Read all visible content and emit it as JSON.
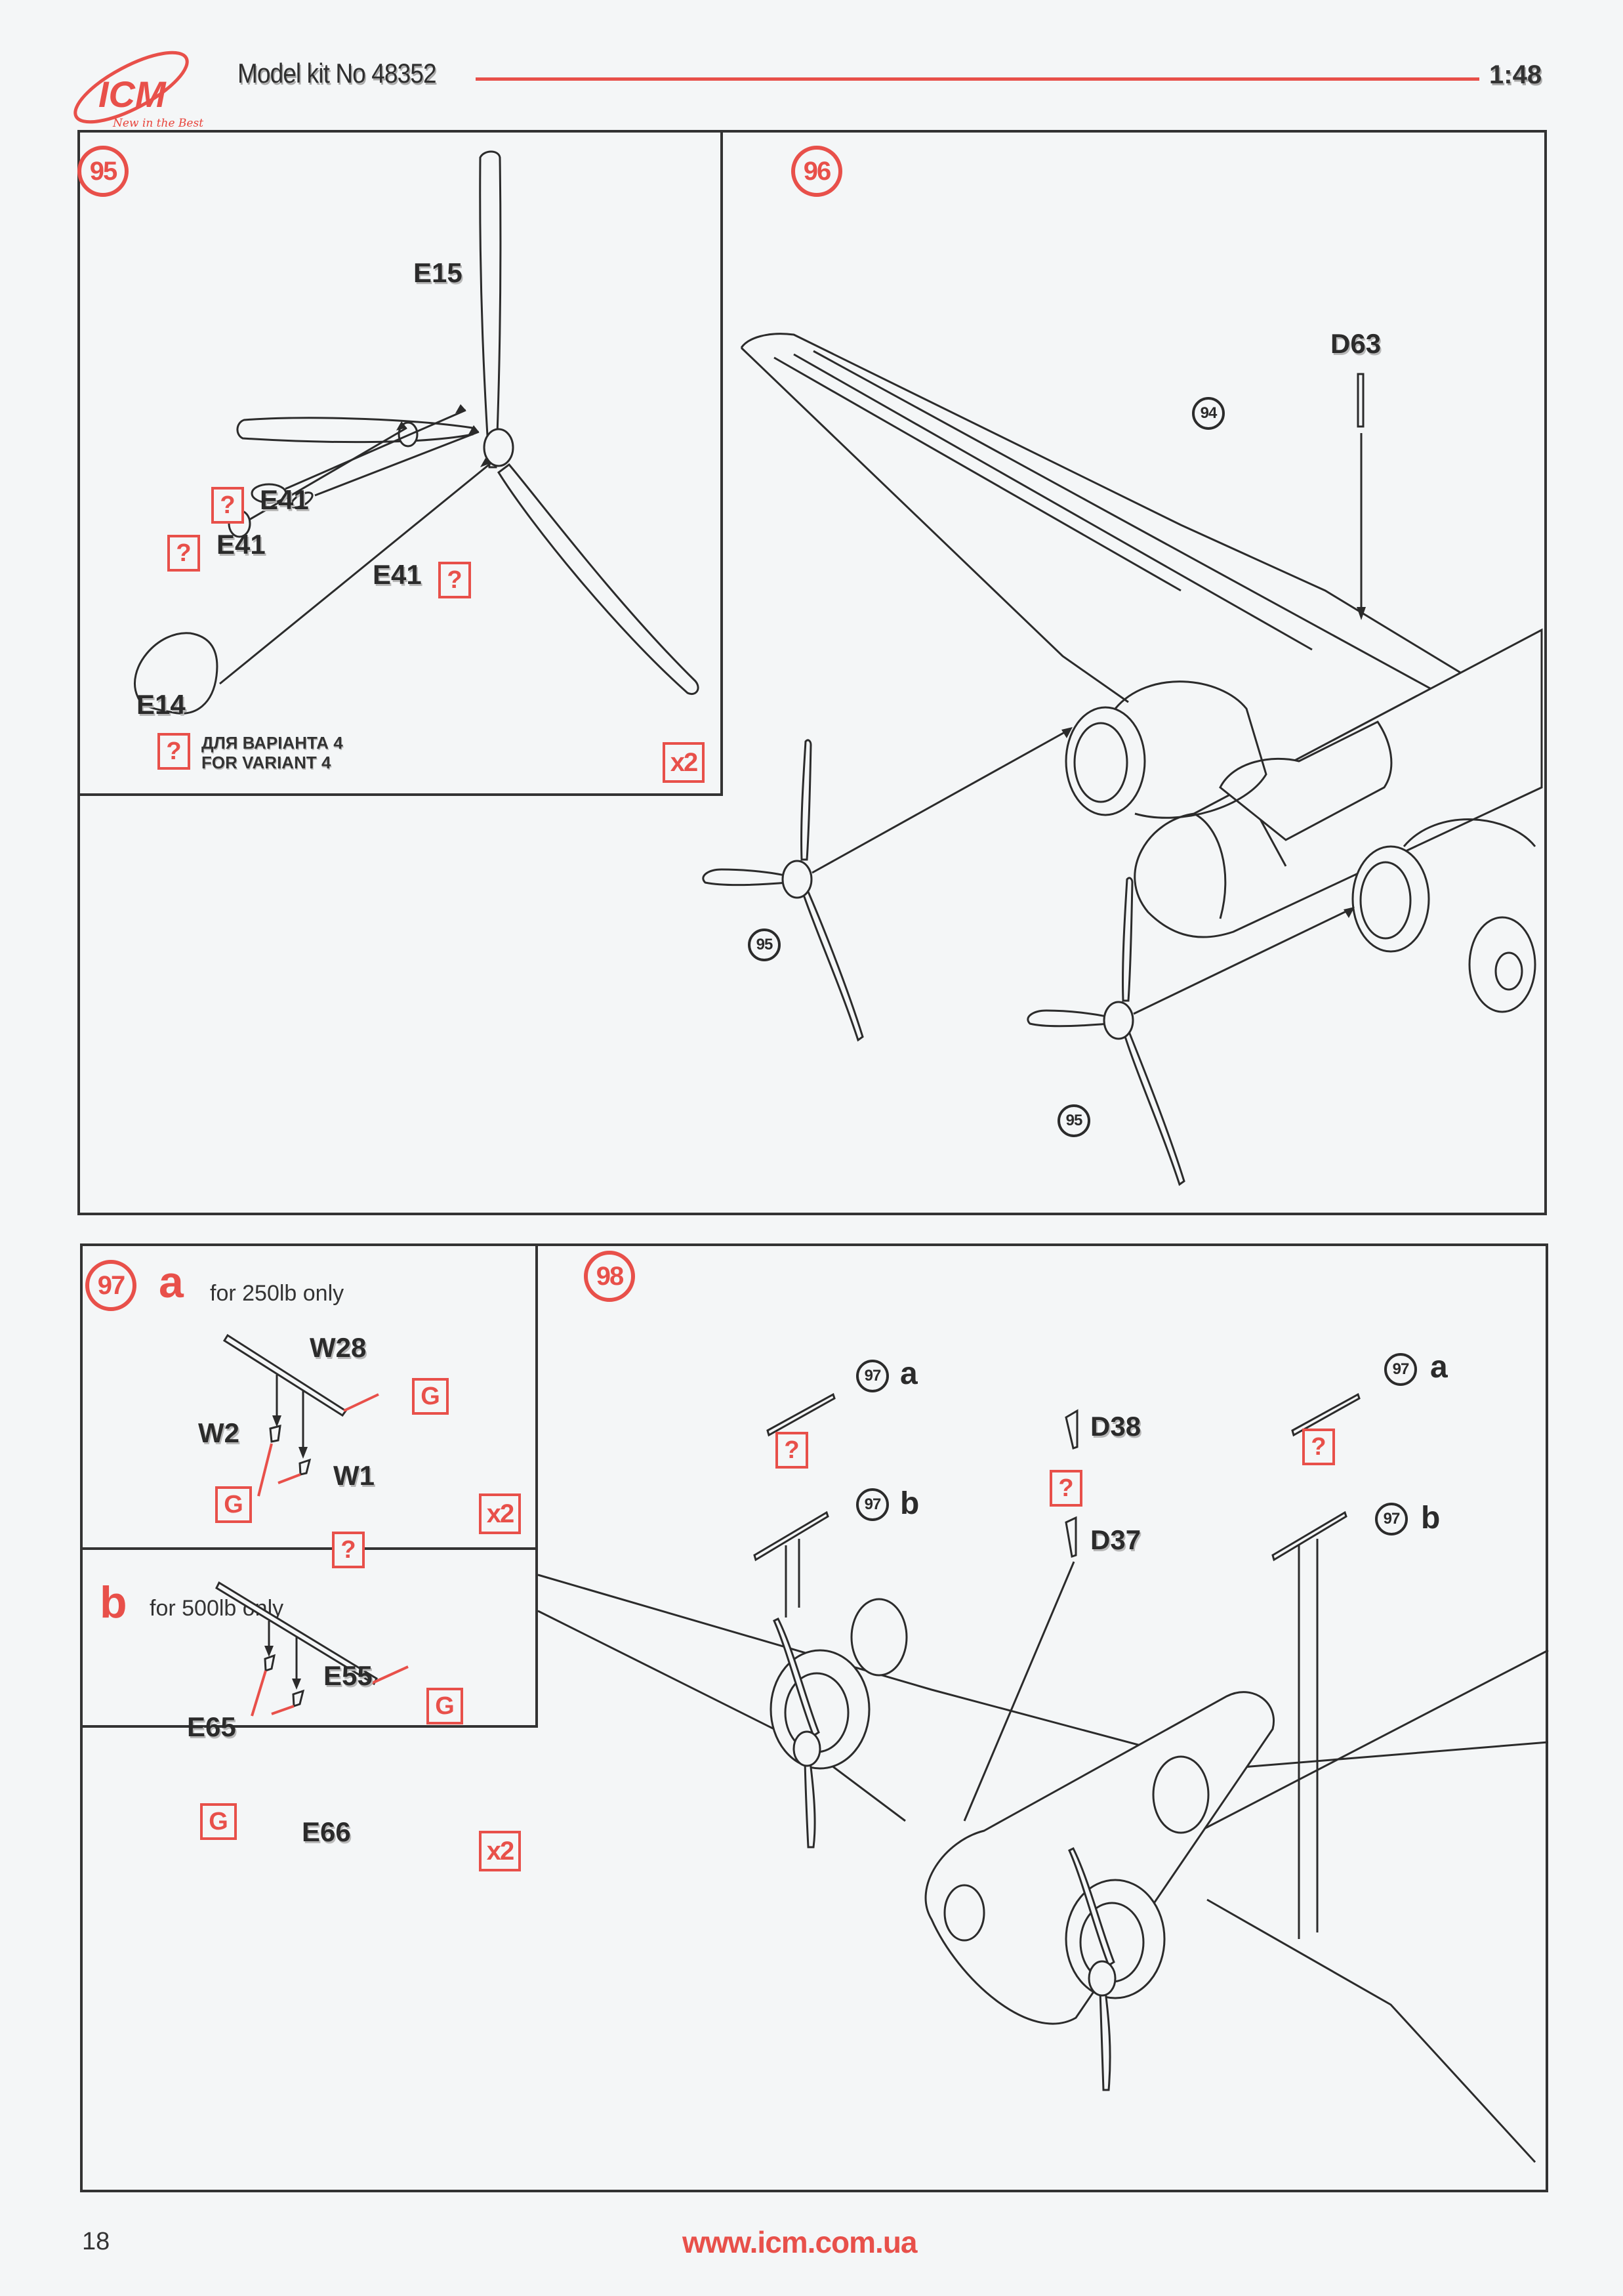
{
  "header": {
    "brand": "ICM",
    "brand_tagline": "New in the Best",
    "kit_title": "Model kit No 48352",
    "scale": "1:48"
  },
  "colors": {
    "accent": "#e8504a",
    "ink": "#2b2b2b",
    "paper": "#f4f6f7"
  },
  "steps": {
    "s95": {
      "number": "95",
      "parts": {
        "propeller": "E15",
        "spinner": "E14",
        "clip_1": "E41",
        "clip_2": "E41",
        "clip_3": "E41"
      },
      "unknown_symbol": "?",
      "variant_note_ua": "ДЛЯ ВАРІАНТА 4",
      "variant_note_en": "FOR VARIANT 4",
      "multiplier": "x2"
    },
    "s96": {
      "number": "96",
      "parts": {
        "antenna": "D63"
      },
      "refs": {
        "wing_ref": "94",
        "prop_ref_1": "95",
        "prop_ref_2": "95"
      }
    },
    "s97": {
      "number": "97",
      "a": {
        "letter": "a",
        "note": "for 250lb only",
        "parts": {
          "rack": "W28",
          "shackle_1": "W2",
          "shackle_2": "W1"
        },
        "glue": "G",
        "multiplier": "x2"
      },
      "b": {
        "letter": "b",
        "note": "for 500lb only",
        "parts": {
          "rack": "E55",
          "shackle_1": "E65",
          "shackle_2": "E66"
        },
        "glue": "G",
        "multiplier": "x2"
      },
      "unknown_symbol": "?"
    },
    "s98": {
      "number": "98",
      "left_refs": {
        "a_num": "97",
        "a_letter": "a",
        "b_num": "97",
        "b_letter": "b"
      },
      "right_refs": {
        "a_num": "97",
        "a_letter": "a",
        "b_num": "97",
        "b_letter": "b"
      },
      "parts": {
        "pitot_1": "D38",
        "pitot_2": "D37"
      },
      "unknown_symbol": "?"
    }
  },
  "footer": {
    "page_number": "18",
    "url": "www.icm.com.ua"
  }
}
